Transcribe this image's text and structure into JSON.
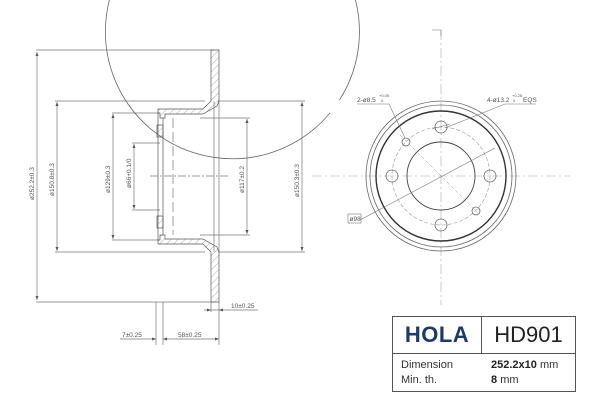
{
  "title_block": {
    "brand": "HOLA",
    "model": "HD901",
    "brand_color": "#1d3a6b",
    "rows": [
      {
        "label": "Dimension",
        "value": "252.2x10",
        "unit": "mm"
      },
      {
        "label": "Min. th.",
        "value": "8",
        "unit": "mm"
      }
    ]
  },
  "side_view": {
    "dimensions": {
      "outer_diameter": "ø252.2±0.3",
      "hat_outer_diameter": "ø150.8±0.3",
      "hat_inner_diameter": "ø129±0.3",
      "center_bore": "ø66+0.1/0",
      "inner_hat_diameter": "ø117±0.2",
      "hat_face_diameter": "ø150.3±0.3",
      "disc_thickness": "10±0.25",
      "hub_face_thickness": "7±0.25",
      "hat_height": "58±0.25"
    }
  },
  "front_view": {
    "labels": {
      "small_holes": "2-ø8.5",
      "small_holes_tol_upper": "+0.05",
      "small_holes_tol_lower": "0",
      "bolt_holes": "4-ø13.2",
      "bolt_holes_tol_upper": "+0.25",
      "bolt_holes_tol_lower": "0",
      "bolt_holes_suffix": "EQS",
      "pcd": "ø98"
    }
  }
}
